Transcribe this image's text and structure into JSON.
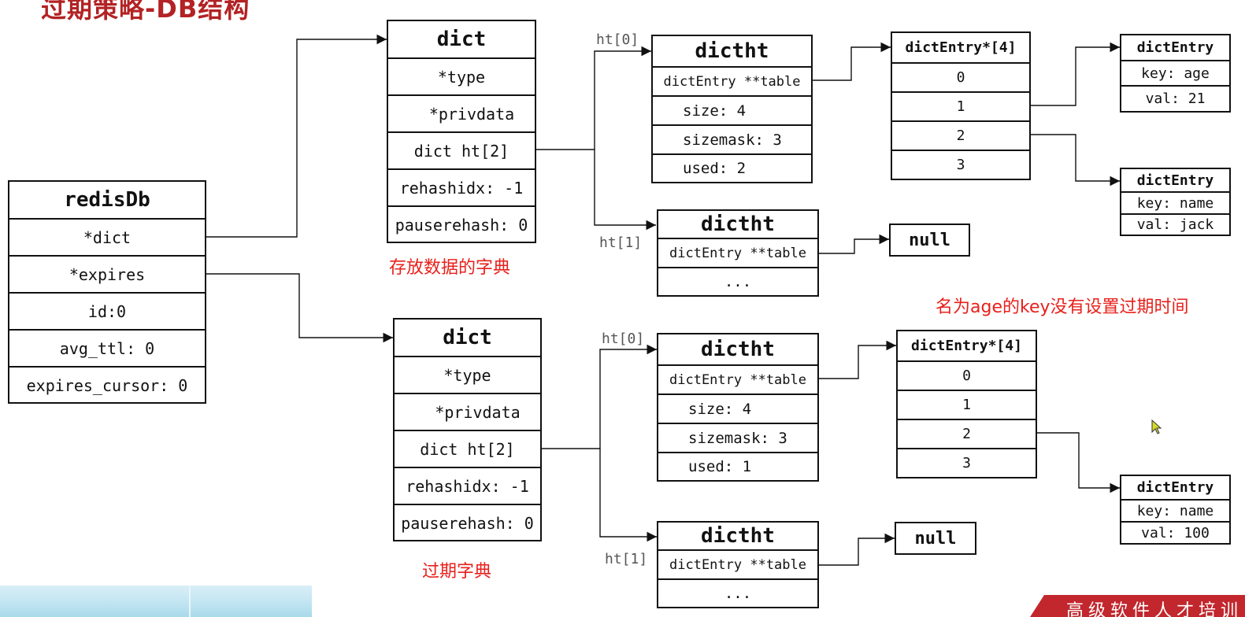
{
  "title": "过期策略-DB结构",
  "redisDb": {
    "header": "redisDb",
    "fields": [
      "*dict",
      "*expires",
      "id:0",
      "avg_ttl: 0",
      "expires_cursor: 0"
    ]
  },
  "dict_main": {
    "header": "dict",
    "fields": [
      "*type",
      "*privdata",
      "dict ht[2]",
      "rehashidx: -1",
      "pauserehash: 0"
    ],
    "caption": "存放数据的字典"
  },
  "dict_expires": {
    "header": "dict",
    "fields": [
      "*type",
      "*privdata",
      "dict ht[2]",
      "rehashidx: -1",
      "pauserehash: 0"
    ],
    "caption": "过期字典"
  },
  "ht_labels": {
    "ht0": "ht[0]",
    "ht1": "ht[1]"
  },
  "dictht_main_0": {
    "header": "dictht",
    "fields": [
      "dictEntry **table",
      "size: 4",
      "sizemask: 3",
      "used: 2"
    ]
  },
  "dictht_main_1": {
    "header": "dictht",
    "fields": [
      "dictEntry **table",
      "..."
    ]
  },
  "dictht_expires_0": {
    "header": "dictht",
    "fields": [
      "dictEntry **table",
      "size: 4",
      "sizemask: 3",
      "used: 1"
    ]
  },
  "dictht_expires_1": {
    "header": "dictht",
    "fields": [
      "dictEntry **table",
      "..."
    ]
  },
  "null_label": "null",
  "table_main": {
    "header": "dictEntry*[4]",
    "slots": [
      "0",
      "1",
      "2",
      "3"
    ]
  },
  "table_expires": {
    "header": "dictEntry*[4]",
    "slots": [
      "0",
      "1",
      "2",
      "3"
    ]
  },
  "entry_age": {
    "header": "dictEntry",
    "key": "key: age",
    "val": "val: 21"
  },
  "entry_name": {
    "header": "dictEntry",
    "key": "key: name",
    "val": "val: jack"
  },
  "entry_expire_name": {
    "header": "dictEntry",
    "key": "key: name",
    "val": "val: 100"
  },
  "note": "名为age的key没有设置过期时间",
  "footer_brand": "高级软件人才培训",
  "icons": [
    "mouse-cursor-icon"
  ],
  "colors": {
    "title": "#b32224",
    "annotation": "#e8201b",
    "lines": "#111111",
    "banner": "#c1272d"
  }
}
